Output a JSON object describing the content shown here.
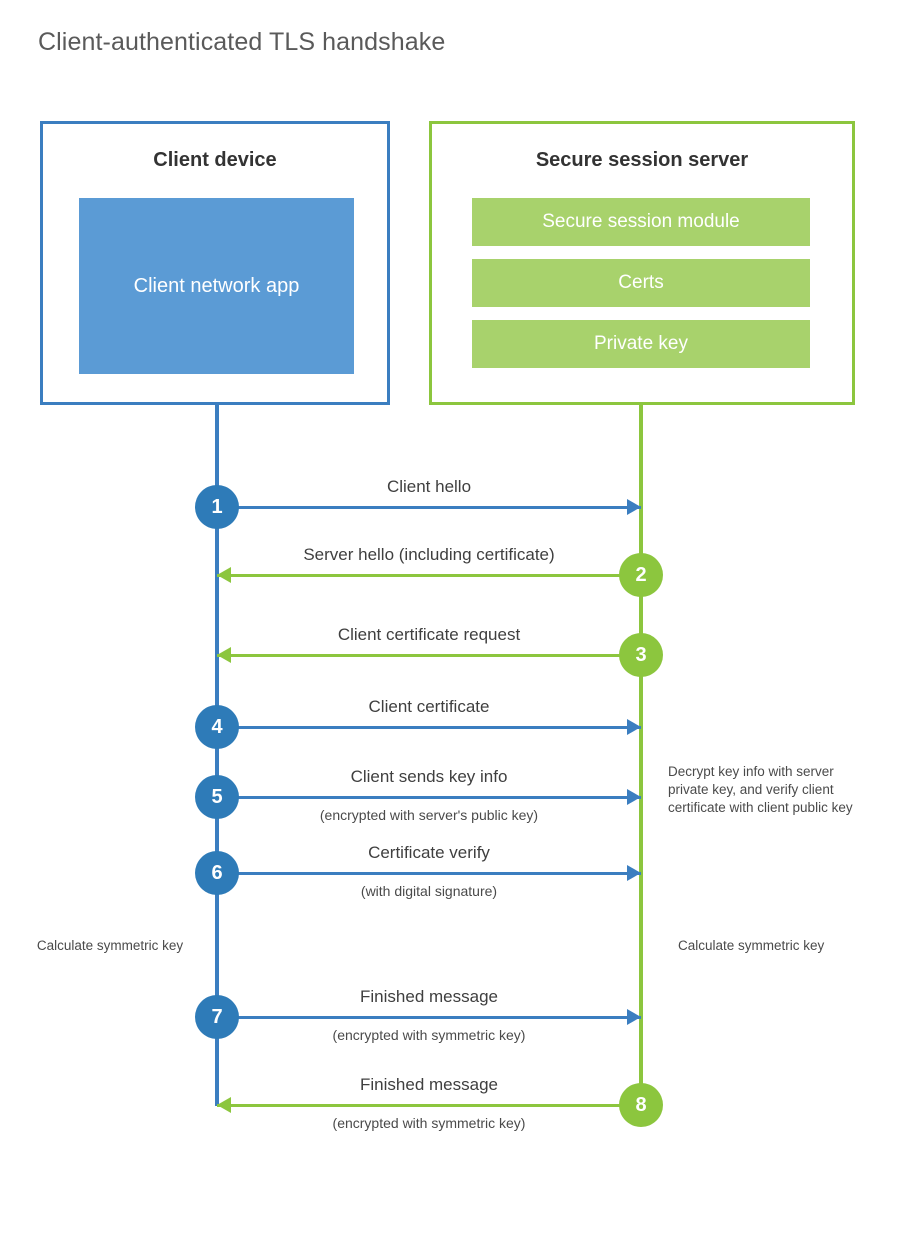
{
  "title": "Client-authenticated TLS handshake",
  "colors": {
    "client_border": "#3b7ec0",
    "client_app_fill": "#5b9bd5",
    "client_step": "#2e7bb8",
    "server_border": "#8cc63e",
    "server_module_fill": "#a8d26c",
    "server_step": "#8cc63e",
    "text": "#3f3f3f",
    "title_text": "#5a5a5a"
  },
  "client": {
    "title": "Client device",
    "app_label": "Client network app"
  },
  "server": {
    "title": "Secure session server",
    "modules": [
      "Secure session module",
      "Certs",
      "Private key"
    ]
  },
  "messages": [
    {
      "step": "1",
      "direction": "to-server",
      "label": "Client hello",
      "sublabel": ""
    },
    {
      "step": "2",
      "direction": "to-client",
      "label": "Server hello (including certificate)",
      "sublabel": ""
    },
    {
      "step": "3",
      "direction": "to-client",
      "label": "Client certificate request",
      "sublabel": ""
    },
    {
      "step": "4",
      "direction": "to-server",
      "label": "Client certificate",
      "sublabel": ""
    },
    {
      "step": "5",
      "direction": "to-server",
      "label": "Client sends key info",
      "sublabel": "(encrypted with server's public key)"
    },
    {
      "step": "6",
      "direction": "to-server",
      "label": "Certificate verify",
      "sublabel": "(with digital signature)"
    },
    {
      "step": "7",
      "direction": "to-server",
      "label": "Finished message",
      "sublabel": "(encrypted with symmetric key)"
    },
    {
      "step": "8",
      "direction": "to-client",
      "label": "Finished message",
      "sublabel": "(encrypted with symmetric key)"
    }
  ],
  "notes": {
    "server_decrypt": "Decrypt key info with server private key, and verify client certificate with client public key",
    "client_calculate": "Calculate symmetric key",
    "server_calculate": "Calculate symmetric key"
  }
}
